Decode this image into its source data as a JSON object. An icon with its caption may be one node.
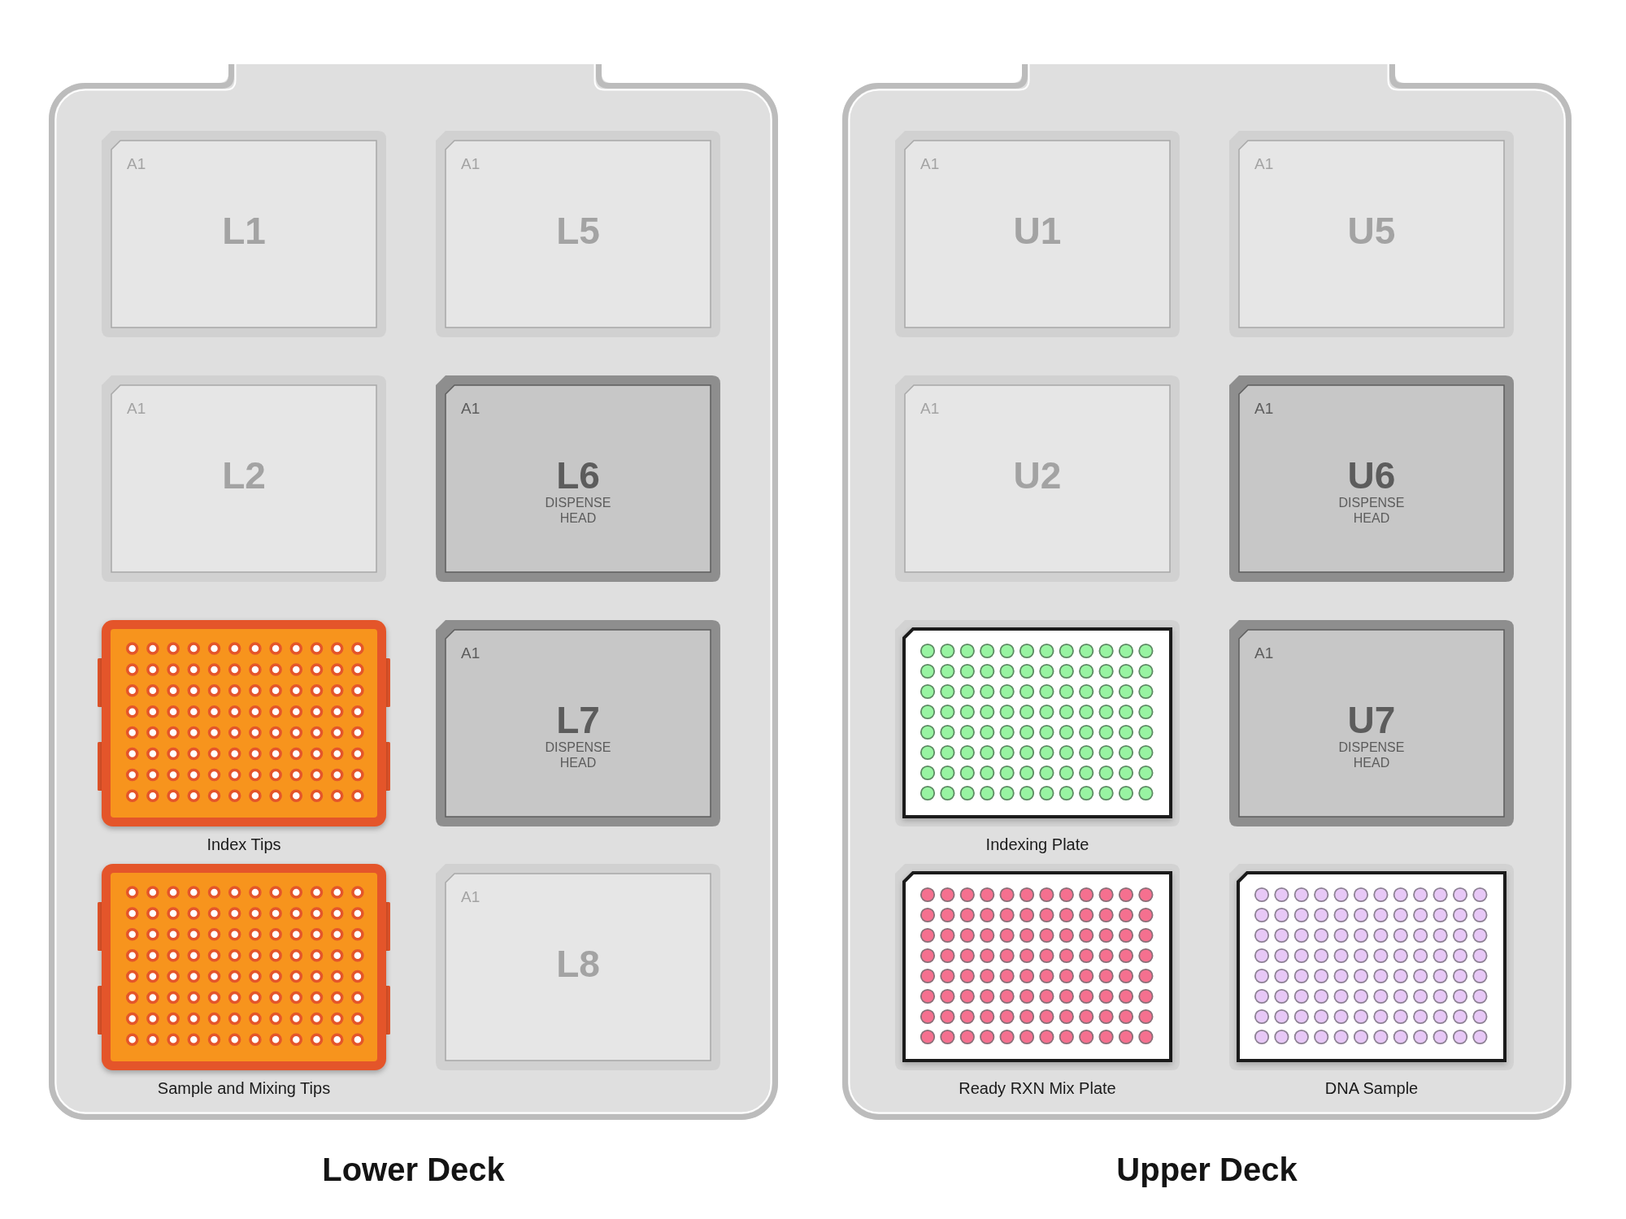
{
  "diagram": {
    "nodes": [
      {
        "text": [
          "Lower Deck"
        ]
      },
      {
        "text": [
          "A1",
          "L1"
        ],
        "in": 0
      },
      {
        "text": [
          "A1",
          "L5"
        ],
        "in": 0
      },
      {
        "text": [
          "A1",
          "L2"
        ],
        "in": 0
      },
      {
        "text": [
          "A1",
          "L6",
          "DISPENSE HEAD"
        ],
        "in": 0
      },
      {
        "text": [
          "Index Tips"
        ],
        "in": 0
      },
      {
        "text": [
          "A1",
          "L7",
          "DISPENSE HEAD"
        ],
        "in": 0
      },
      {
        "text": [
          "Sample and Mixing Tips"
        ],
        "in": 0
      },
      {
        "text": [
          "A1",
          "L8"
        ],
        "in": 0
      },
      {
        "text": [
          "Upper Deck"
        ]
      },
      {
        "text": [
          "A1",
          "U1"
        ],
        "in": 9
      },
      {
        "text": [
          "A1",
          "U5"
        ],
        "in": 9
      },
      {
        "text": [
          "A1",
          "U2"
        ],
        "in": 9
      },
      {
        "text": [
          "A1",
          "U6",
          "DISPENSE HEAD"
        ],
        "in": 9
      },
      {
        "text": [
          "Indexing Plate"
        ],
        "in": 9
      },
      {
        "text": [
          "A1",
          "U7",
          "DISPENSE HEAD"
        ],
        "in": 9
      },
      {
        "text": [
          "Ready RXN Mix Plate"
        ],
        "in": 9
      },
      {
        "text": [
          "DNA Sample"
        ],
        "in": 9
      }
    ]
  }
}
